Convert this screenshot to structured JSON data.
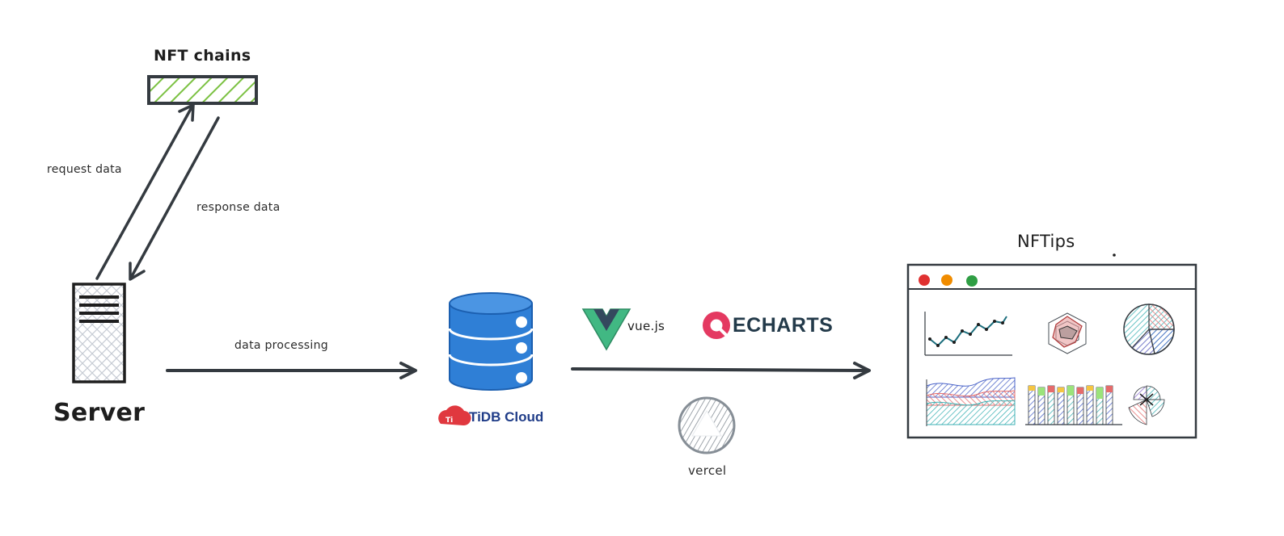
{
  "diagram": {
    "nft_chains_label": "NFT chains",
    "request_label": "request data",
    "response_label": "response data",
    "server_label": "Server",
    "processing_label": "data processing",
    "tidb_label": "TiDB Cloud",
    "vue_label": "vue.js",
    "echarts_label": "ECHARTS",
    "vercel_label": "vercel",
    "nftips_label": "NFTips"
  },
  "colors": {
    "stroke": "#343a40",
    "green_hatch": "#7bc142",
    "db_blue": "#2f7fd6",
    "tidb_red": "#e0383f",
    "tidb_text": "#1f3c88",
    "vue_green": "#41b883",
    "vue_dark": "#34495e",
    "echarts_red": "#e43961",
    "echarts_text": "#233a4a",
    "dot_red": "#e03131",
    "dot_yellow": "#f08c00",
    "dot_green": "#2f9e44"
  }
}
